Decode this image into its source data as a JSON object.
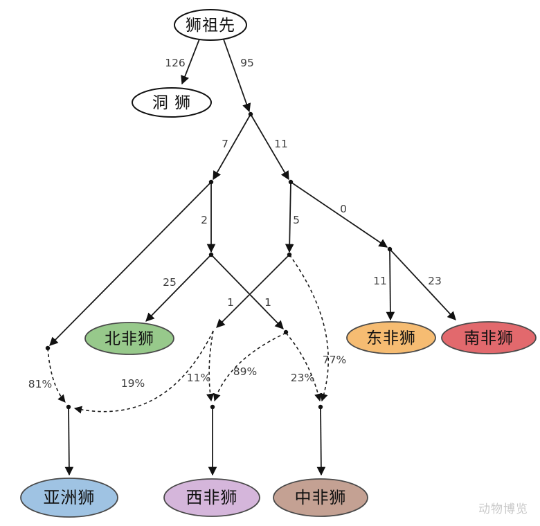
{
  "diagram": {
    "watermark": "动物博览",
    "nodes": {
      "root": {
        "label": "狮祖先",
        "fill": "#ffffff"
      },
      "cave_lion": {
        "label": "洞 狮",
        "fill": "#ffffff"
      },
      "north_african": {
        "label": "北非狮",
        "fill": "#97c98b"
      },
      "east_african": {
        "label": "东非狮",
        "fill": "#f6bc72"
      },
      "south_african": {
        "label": "南非狮",
        "fill": "#e2696d"
      },
      "asian": {
        "label": "亚洲狮",
        "fill": "#9fc3e3"
      },
      "west_african": {
        "label": "西非狮",
        "fill": "#d5b6db"
      },
      "central_african": {
        "label": "中非狮",
        "fill": "#c4a193"
      }
    },
    "edges": {
      "root_cave": "126",
      "root_j1": "95",
      "j1_j2": "7",
      "j1_j3": "11",
      "j2_j4": "2",
      "j3_j5": "5",
      "j3_j6": "0",
      "j4_north": "25",
      "j4_nb": "1",
      "j5_na": "1",
      "j6_east": "11",
      "j6_south": "23",
      "l_m1": "81%",
      "na_m1": "19%",
      "na_m2": "11%",
      "nb_m2": "89%",
      "nb_m3": "23%",
      "j5_m3": "77%"
    }
  }
}
